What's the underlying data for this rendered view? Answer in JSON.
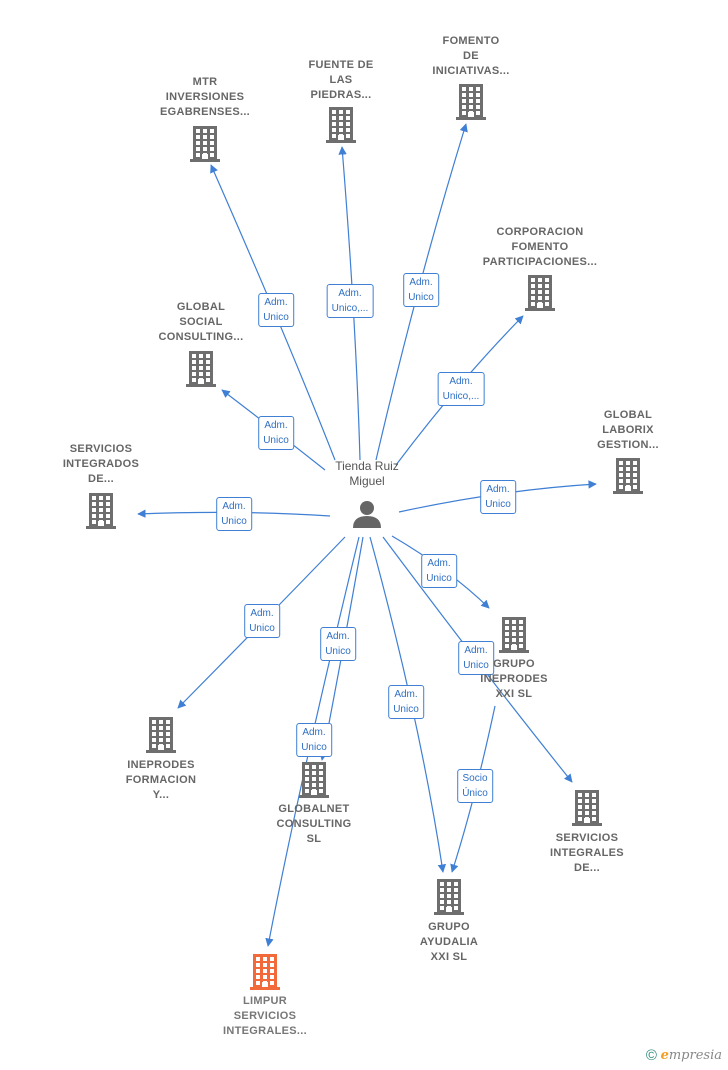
{
  "center": {
    "label_lines": [
      "Tienda Ruiz",
      "Miguel"
    ]
  },
  "nodes": [
    {
      "id": "mtr",
      "lines": [
        "MTR",
        "INVERSIONES",
        "EGABRENSES..."
      ],
      "highlight": false
    },
    {
      "id": "fuente",
      "lines": [
        "FUENTE DE",
        "LAS",
        "PIEDRAS..."
      ],
      "highlight": false
    },
    {
      "id": "fomento",
      "lines": [
        "FOMENTO",
        "DE",
        "INICIATIVAS..."
      ],
      "highlight": false
    },
    {
      "id": "corporacion",
      "lines": [
        "CORPORACION",
        "FOMENTO",
        "PARTICIPACIONES..."
      ],
      "highlight": false
    },
    {
      "id": "global_social",
      "lines": [
        "GLOBAL",
        "SOCIAL",
        "CONSULTING..."
      ],
      "highlight": false
    },
    {
      "id": "global_laborix",
      "lines": [
        "GLOBAL",
        "LABORIX",
        "GESTION..."
      ],
      "highlight": false
    },
    {
      "id": "servicios_integrados",
      "lines": [
        "SERVICIOS",
        "INTEGRADOS",
        "DE..."
      ],
      "highlight": false
    },
    {
      "id": "grupo_ineprodes",
      "lines": [
        "GRUPO",
        "INEPRODES",
        "XXI SL"
      ],
      "highlight": false
    },
    {
      "id": "ineprodes_formacion",
      "lines": [
        "INEPRODES",
        "FORMACION",
        "Y..."
      ],
      "highlight": false
    },
    {
      "id": "globalnet",
      "lines": [
        "GLOBALNET",
        "CONSULTING",
        "SL"
      ],
      "highlight": false
    },
    {
      "id": "servicios_integrales",
      "lines": [
        "SERVICIOS",
        "INTEGRALES",
        "DE..."
      ],
      "highlight": false
    },
    {
      "id": "grupo_ayudalia",
      "lines": [
        "GRUPO",
        "AYUDALIA",
        "XXI  SL"
      ],
      "highlight": false
    },
    {
      "id": "limpur",
      "lines": [
        "LIMPUR",
        "SERVICIOS",
        "INTEGRALES..."
      ],
      "highlight": true
    }
  ],
  "edges": [
    {
      "from": "center",
      "to": "mtr",
      "lines": [
        "Adm.",
        "Unico"
      ]
    },
    {
      "from": "center",
      "to": "fuente",
      "lines": [
        "Adm.",
        "Unico,..."
      ]
    },
    {
      "from": "center",
      "to": "fomento",
      "lines": [
        "Adm.",
        "Unico"
      ]
    },
    {
      "from": "center",
      "to": "corporacion",
      "lines": [
        "Adm.",
        "Unico,..."
      ]
    },
    {
      "from": "center",
      "to": "global_social",
      "lines": [
        "Adm.",
        "Unico"
      ]
    },
    {
      "from": "center",
      "to": "servicios_integrados",
      "lines": [
        "Adm.",
        "Unico"
      ]
    },
    {
      "from": "center",
      "to": "global_laborix",
      "lines": [
        "Adm.",
        "Unico"
      ]
    },
    {
      "from": "center",
      "to": "grupo_ineprodes",
      "lines": [
        "Adm.",
        "Unico"
      ]
    },
    {
      "from": "center",
      "to": "servicios_integrales",
      "lines": [
        "Adm.",
        "Unico"
      ]
    },
    {
      "from": "center",
      "to": "ineprodes_formacion",
      "lines": [
        "Adm.",
        "Unico"
      ]
    },
    {
      "from": "center",
      "to": "limpur",
      "lines": [
        "Adm.",
        "Unico"
      ]
    },
    {
      "from": "center",
      "to": "globalnet",
      "lines": [
        "Adm.",
        "Unico"
      ]
    },
    {
      "from": "center",
      "to": "grupo_ayudalia",
      "lines": [
        "Adm.",
        "Unico"
      ]
    },
    {
      "from": "grupo_ineprodes",
      "to": "grupo_ayudalia",
      "lines": [
        "Socio",
        "Único"
      ]
    }
  ],
  "colors": {
    "edge": "#3f7fd4",
    "building": "#6e6e6e",
    "building_highlight": "#f26a3a",
    "person": "#666666"
  },
  "icons": {
    "company": "building-icon",
    "person": "person-icon"
  },
  "copyright": {
    "symbol": "©",
    "brand_initial": "e",
    "brand_rest": "mpresia"
  }
}
